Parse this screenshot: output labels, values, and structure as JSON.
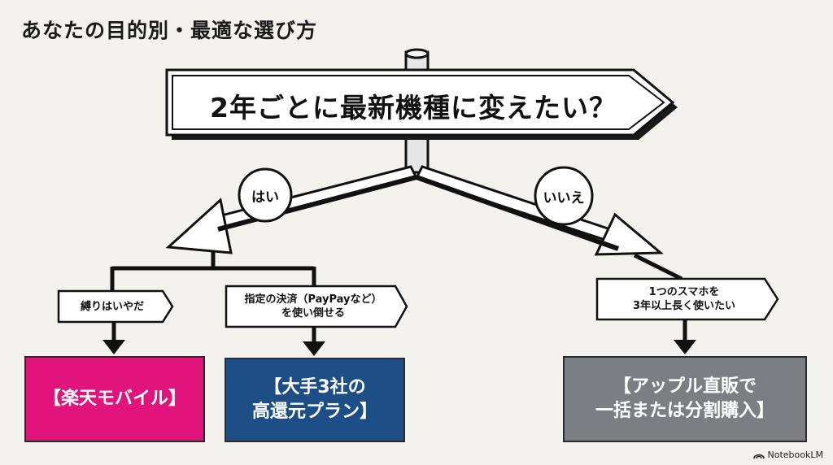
{
  "page": {
    "title": "あなたの目的別・最適な選び方"
  },
  "question": {
    "text": "2年ごとに最新機種に変えたい？"
  },
  "branches": {
    "yes": {
      "label": "はい"
    },
    "no": {
      "label": "いいえ"
    }
  },
  "conditions": {
    "no_contract": {
      "text": "縛りはいやだ"
    },
    "payment_line1": {
      "text": "指定の決済（PayPayなど）"
    },
    "payment_line2": {
      "text": "を使い倒せる"
    },
    "long_use_line1": {
      "text": "1つのスマホを"
    },
    "long_use_line2": {
      "text": "3年以上長く使いたい"
    }
  },
  "results": {
    "rakuten": {
      "text": "【楽天モバイル】",
      "color": "#e0147b"
    },
    "big3_line1": {
      "text": "【大手3社の"
    },
    "big3_line2": {
      "text": "高還元プラン】",
      "color": "#1d4f86"
    },
    "apple_line1": {
      "text": "【アップル直販で"
    },
    "apple_line2": {
      "text": "一括または分割購入】",
      "color": "#7b7f83"
    }
  },
  "branding": {
    "text": "NotebookLM"
  }
}
